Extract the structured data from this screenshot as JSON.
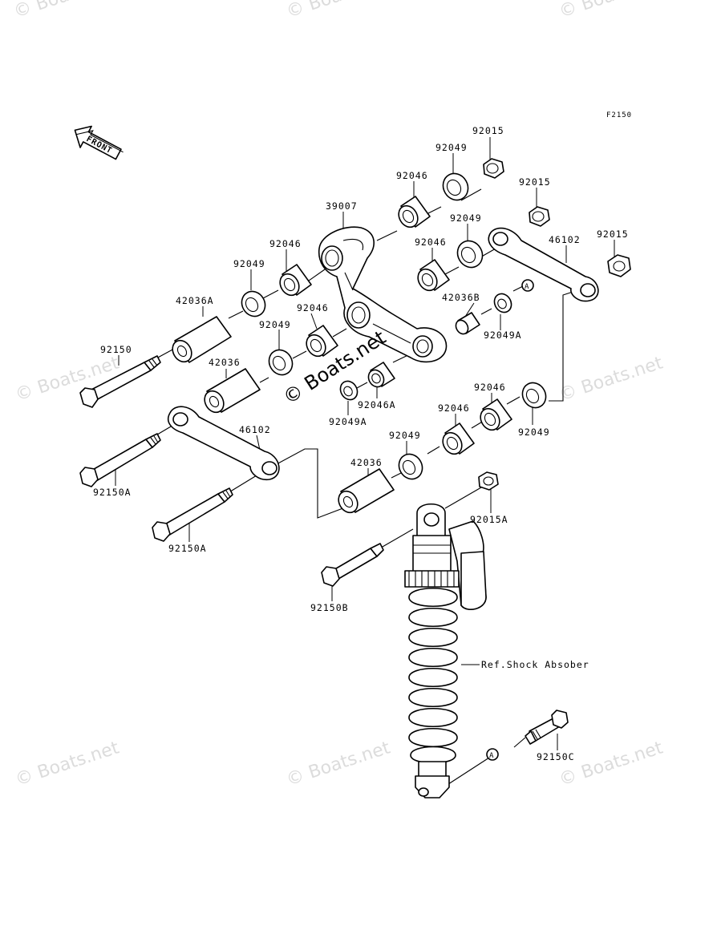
{
  "diagram": {
    "code": "F2150",
    "front_label": "FRONT",
    "watermark": "© Boats.net",
    "ref_label": "Ref.Shock Absober",
    "callout_letter": "A",
    "labels": {
      "p92015_1": "92015",
      "p92049_1": "92049",
      "p92015_2": "92015",
      "p92046_1": "92046",
      "p39007": "39007",
      "p92049_2": "92049",
      "p46102_1": "46102",
      "p92015_3": "92015",
      "p92046_2": "92046",
      "p92049_3": "92049",
      "p92046_3": "92046",
      "p42036A": "42036A",
      "p42036B": "42036B",
      "p92046_4": "92046",
      "p92049_4": "92049",
      "p92049A_1": "92049A",
      "p92150": "92150",
      "p42036_1": "42036",
      "p92046A": "92046A",
      "p92049A_2": "92049A",
      "p92046_5": "92046",
      "p92049_5": "92049",
      "p92046_6": "92046",
      "p46102_2": "46102",
      "p92049_6": "92049",
      "p92150A_1": "92150A",
      "p42036_2": "42036",
      "p92015A": "92015A",
      "p92150A_2": "92150A",
      "p92150B": "92150B",
      "p92150C": "92150C"
    }
  }
}
